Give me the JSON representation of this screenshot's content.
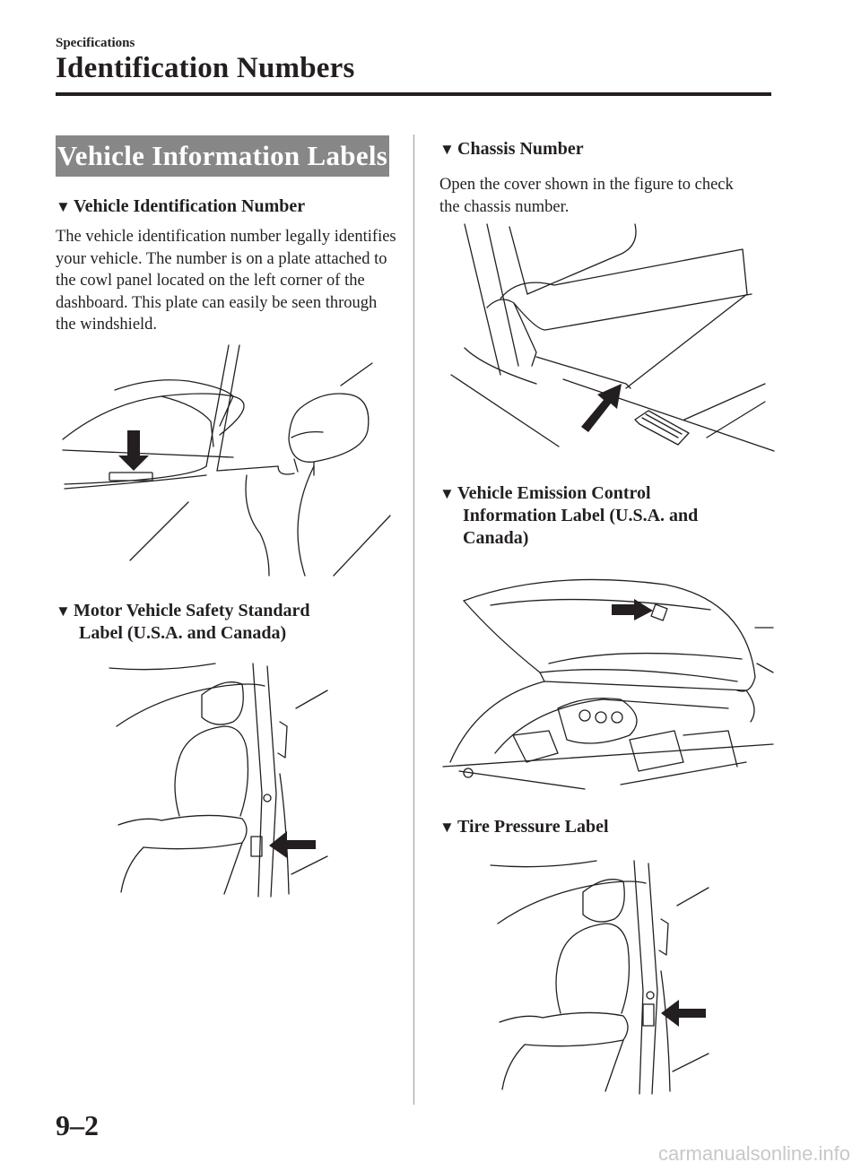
{
  "header": {
    "section": "Specifications",
    "title": "Identification Numbers"
  },
  "banner": "Vehicle Information Labels",
  "left_column": {
    "vin": {
      "heading": "Vehicle Identification Number",
      "body": "The vehicle identification number legally identifies your vehicle. The number is on a plate attached to the cowl panel located on the left corner of the dashboard. This plate can easily be seen through the windshield."
    },
    "safety": {
      "heading_line1": "Motor Vehicle Safety Standard",
      "heading_line2": "Label (U.S.A. and Canada)"
    }
  },
  "right_column": {
    "chassis": {
      "heading": "Chassis Number",
      "body": "Open the cover shown in the figure to check the chassis number."
    },
    "emission": {
      "heading_line1": "Vehicle Emission Control",
      "heading_line2": "Information Label (U.S.A. and",
      "heading_line3": "Canada)"
    },
    "tire": {
      "heading": "Tire Pressure Label"
    }
  },
  "icons": {
    "heading_marker": "triangle-down-icon",
    "marker_glyph": "▼"
  },
  "footer": {
    "page_number": "9–2",
    "watermark": "carmanualsonline.info"
  }
}
